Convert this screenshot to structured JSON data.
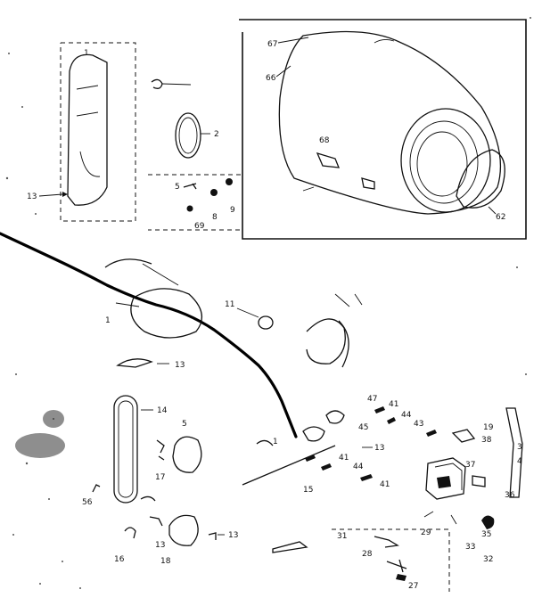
{
  "labels": {
    "l1": "1",
    "l2": "2",
    "l5": "5",
    "l8": "8",
    "l9": "9",
    "l69": "69",
    "l13a": "13",
    "l66": "66",
    "l67": "67",
    "l68": "68",
    "l62": "62",
    "l11": "11",
    "l13b": "13",
    "l14": "14",
    "l5b": "5",
    "l17": "17",
    "l56": "56",
    "l16": "16",
    "l13c": "13",
    "l18": "18",
    "l13d": "13",
    "l47": "47",
    "l41a": "41",
    "l44a": "44",
    "l43": "43",
    "l45": "45",
    "l13e": "13",
    "l15": "15",
    "l41b": "41",
    "l44b": "44",
    "l41c": "41",
    "l19": "19",
    "l38": "38",
    "l37": "37",
    "l36": "36",
    "l3": "3",
    "l4": "4",
    "l35": "35",
    "l33": "33",
    "l32": "32",
    "l31": "31",
    "l29": "29",
    "l28": "28",
    "l27": "27"
  }
}
